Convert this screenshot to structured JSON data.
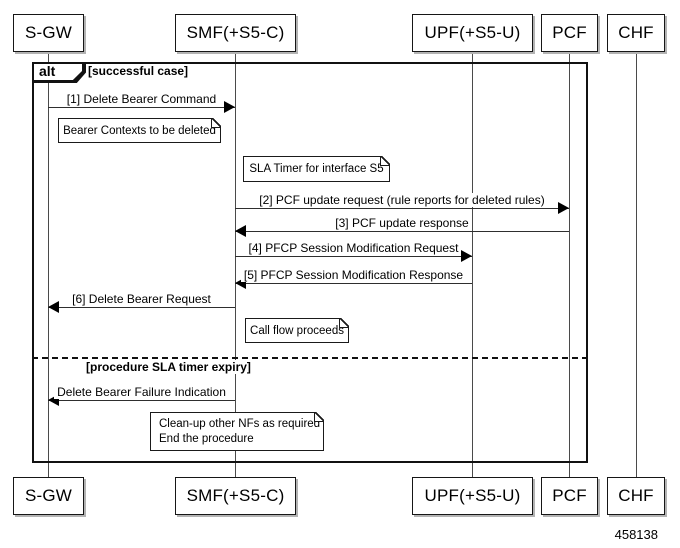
{
  "figure": {
    "number": "458138"
  },
  "actors": [
    {
      "label": "S-GW"
    },
    {
      "label": "SMF(+S5-C)"
    },
    {
      "label": "UPF(+S5-U)"
    },
    {
      "label": "PCF"
    },
    {
      "label": "CHF"
    }
  ],
  "frame": {
    "operator": "alt",
    "section1_label": "[successful case]",
    "section2_label": "[procedure SLA timer expiry]"
  },
  "messages": [
    {
      "label": "[1] Delete Bearer Command",
      "from": "S-GW",
      "to": "SMF(+S5-C)"
    },
    {
      "label": "[2] PCF update request (rule reports for deleted rules)",
      "from": "SMF(+S5-C)",
      "to": "PCF"
    },
    {
      "label": "[3] PCF update response",
      "from": "PCF",
      "to": "SMF(+S5-C)"
    },
    {
      "label": "[4] PFCP Session Modification Request",
      "from": "SMF(+S5-C)",
      "to": "UPF(+S5-U)"
    },
    {
      "label": "[5] PFCP Session Modification Response",
      "from": "UPF(+S5-U)",
      "to": "SMF(+S5-C)"
    },
    {
      "label": "[6] Delete Bearer Request",
      "from": "SMF(+S5-C)",
      "to": "S-GW"
    },
    {
      "label": "Delete Bearer Failure Indication",
      "from": "SMF(+S5-C)",
      "to": "S-GW"
    }
  ],
  "notes": [
    {
      "text": "Bearer Contexts to be deleted"
    },
    {
      "text": "SLA Timer for interface S5"
    },
    {
      "text": "Call flow proceeds"
    },
    {
      "line1": "Clean-up other NFs as required",
      "line2": "End the procedure"
    }
  ]
}
